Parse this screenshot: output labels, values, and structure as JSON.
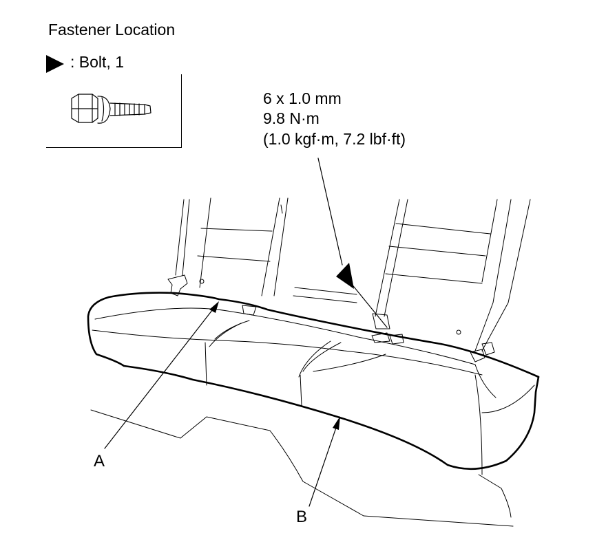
{
  "legend": {
    "title": "Fastener Location",
    "bolt_label": ": Bolt, 1"
  },
  "spec": {
    "size": "6 x 1.0 mm",
    "torque_nm": "9.8 N·m",
    "torque_alt": "(1.0 kgf·m, 7.2 lbf·ft)"
  },
  "callouts": {
    "a": "A",
    "b": "B"
  },
  "icons": {
    "legend_marker": "triangle-pointer-icon",
    "bolt": "flange-bolt-icon"
  }
}
